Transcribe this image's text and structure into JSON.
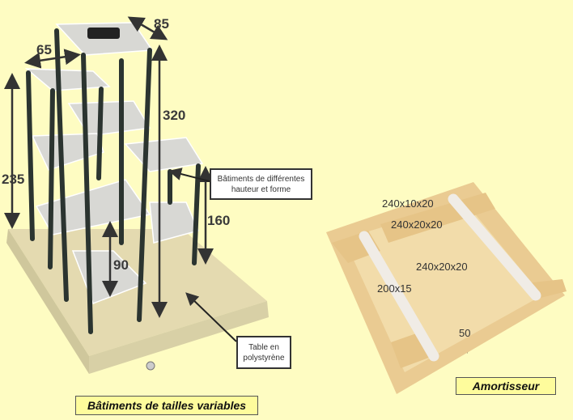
{
  "left_figure": {
    "dimensions": {
      "top_depth": "85",
      "top_width": "65",
      "height_left": "235",
      "height_tall": "320",
      "height_right": "160",
      "height_low": "90"
    },
    "callout_buildings": "Bâtiments de différentes hauteur et forme",
    "callout_table": "Table en polystyrène",
    "caption": "Bâtiments de tailles variables"
  },
  "right_figure": {
    "dimensions": {
      "rail_outer": "240x10x20",
      "rail_inner": "240x20x20",
      "center_block": "240x20x20",
      "tube": "200x15",
      "gap": "50"
    },
    "caption": "Amortisseur"
  },
  "colors": {
    "background": "#fefcc2",
    "caption_fill": "#fefc9c",
    "foam": "#e8dcaa",
    "pallet": "#eacb92",
    "leg": "#2b3430",
    "shelf": "#d6d6d2"
  }
}
